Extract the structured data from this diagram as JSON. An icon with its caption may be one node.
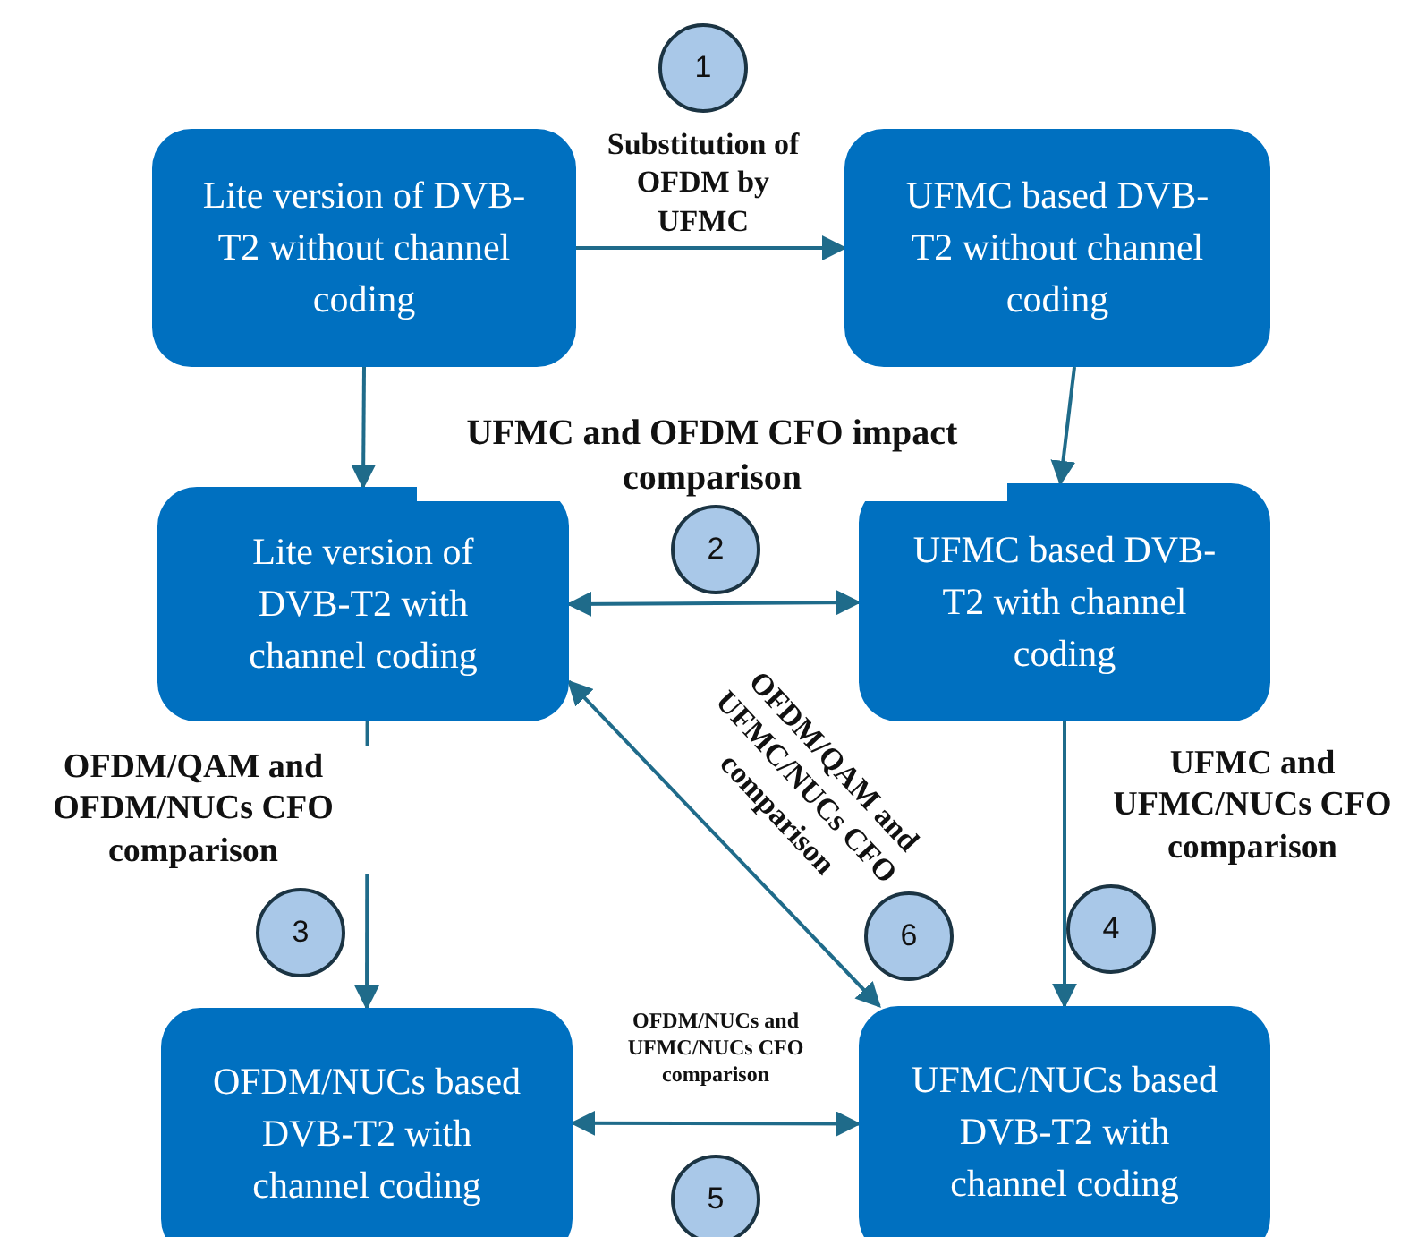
{
  "diagram": {
    "nodes": [
      {
        "text": [
          "Lite version of DVB-T2 without channel coding"
        ]
      },
      {
        "text": [
          "UFMC based DVB-T2 without channel coding"
        ]
      },
      {
        "text": [
          "Lite version of DVB-T2 with channel coding"
        ]
      },
      {
        "text": [
          "UFMC based DVB-T2 with channel coding"
        ]
      },
      {
        "text": [
          "OFDM/NUCs based DVB-T2 with channel coding"
        ]
      },
      {
        "text": [
          "UFMC/NUCs based DVB-T2 with channel coding"
        ]
      },
      {
        "text": [
          "1"
        ]
      },
      {
        "text": [
          "2"
        ]
      },
      {
        "text": [
          "3"
        ]
      },
      {
        "text": [
          "4"
        ]
      },
      {
        "text": [
          "5"
        ]
      },
      {
        "text": [
          "6"
        ]
      }
    ],
    "edges": [
      {
        "from": 0,
        "to": 1,
        "arrow": "to",
        "label": "Substitution of OFDM by UFMC"
      },
      {
        "from": 0,
        "to": 2,
        "arrow": "to"
      },
      {
        "from": 1,
        "to": 3,
        "arrow": "to"
      },
      {
        "from": 2,
        "to": 3,
        "arrow": "both",
        "label": "UFMC and OFDM CFO impact comparison"
      },
      {
        "from": 2,
        "to": 4,
        "arrow": "to",
        "label": "OFDM/QAM and OFDM/NUCs CFO comparison"
      },
      {
        "from": 3,
        "to": 5,
        "arrow": "to",
        "label": "UFMC and UFMC/NUCs CFO comparison"
      },
      {
        "from": 2,
        "to": 5,
        "arrow": "both",
        "label": "OFDM/QAM and UFMC/NUCs CFO comparison"
      },
      {
        "from": 4,
        "to": 5,
        "arrow": "both",
        "label": "OFDM/NUCs and UFMC/NUCs CFO comparison"
      }
    ]
  }
}
